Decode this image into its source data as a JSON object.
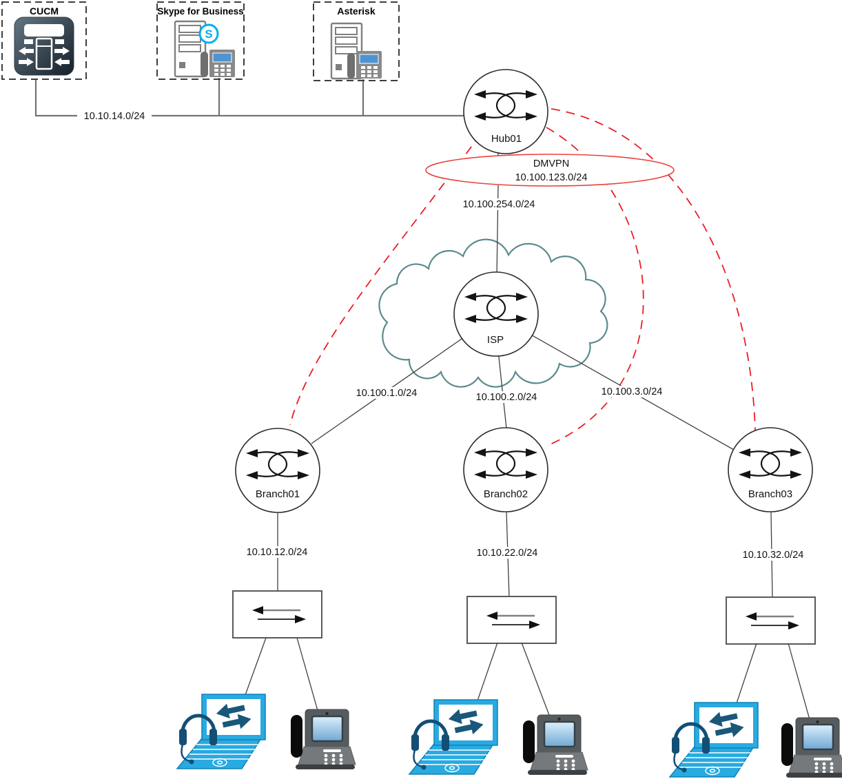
{
  "voice_servers": [
    {
      "name": "CUCM"
    },
    {
      "name": "Skype for Business"
    },
    {
      "name": "Asterisk"
    }
  ],
  "skype_logo_letter": "S",
  "routers": {
    "hub": "Hub01",
    "isp": "ISP",
    "branch1": "Branch01",
    "branch2": "Branch02",
    "branch3": "Branch03"
  },
  "dmvpn": {
    "name": "DMVPN",
    "subnet": "10.100.123.0/24"
  },
  "subnets": {
    "voice_lan": "10.10.14.0/24",
    "hub_wan": "10.100.254.0/24",
    "branch1_wan": "10.100.1.0/24",
    "branch2_wan": "10.100.2.0/24",
    "branch3_wan": "10.100.3.0/24",
    "branch1_lan": "10.10.12.0/24",
    "bran2_lan_note": "",
    "branch2_lan": "10.10.22.0/24",
    "branch3_lan": "10.10.32.0/24"
  },
  "colors": {
    "tunnel_red": "#ec1c24",
    "overlay_red": "#e8413c",
    "cloud_teal": "#5b8a8e",
    "line_dark": "#404040",
    "line_gray": "#737373",
    "laptop_blue": "#29aae1",
    "laptop_dark": "#155a80",
    "phone_gray": "#565b5e",
    "skype_blue": "#00aff0",
    "server_gray": "#7f7f7f"
  }
}
